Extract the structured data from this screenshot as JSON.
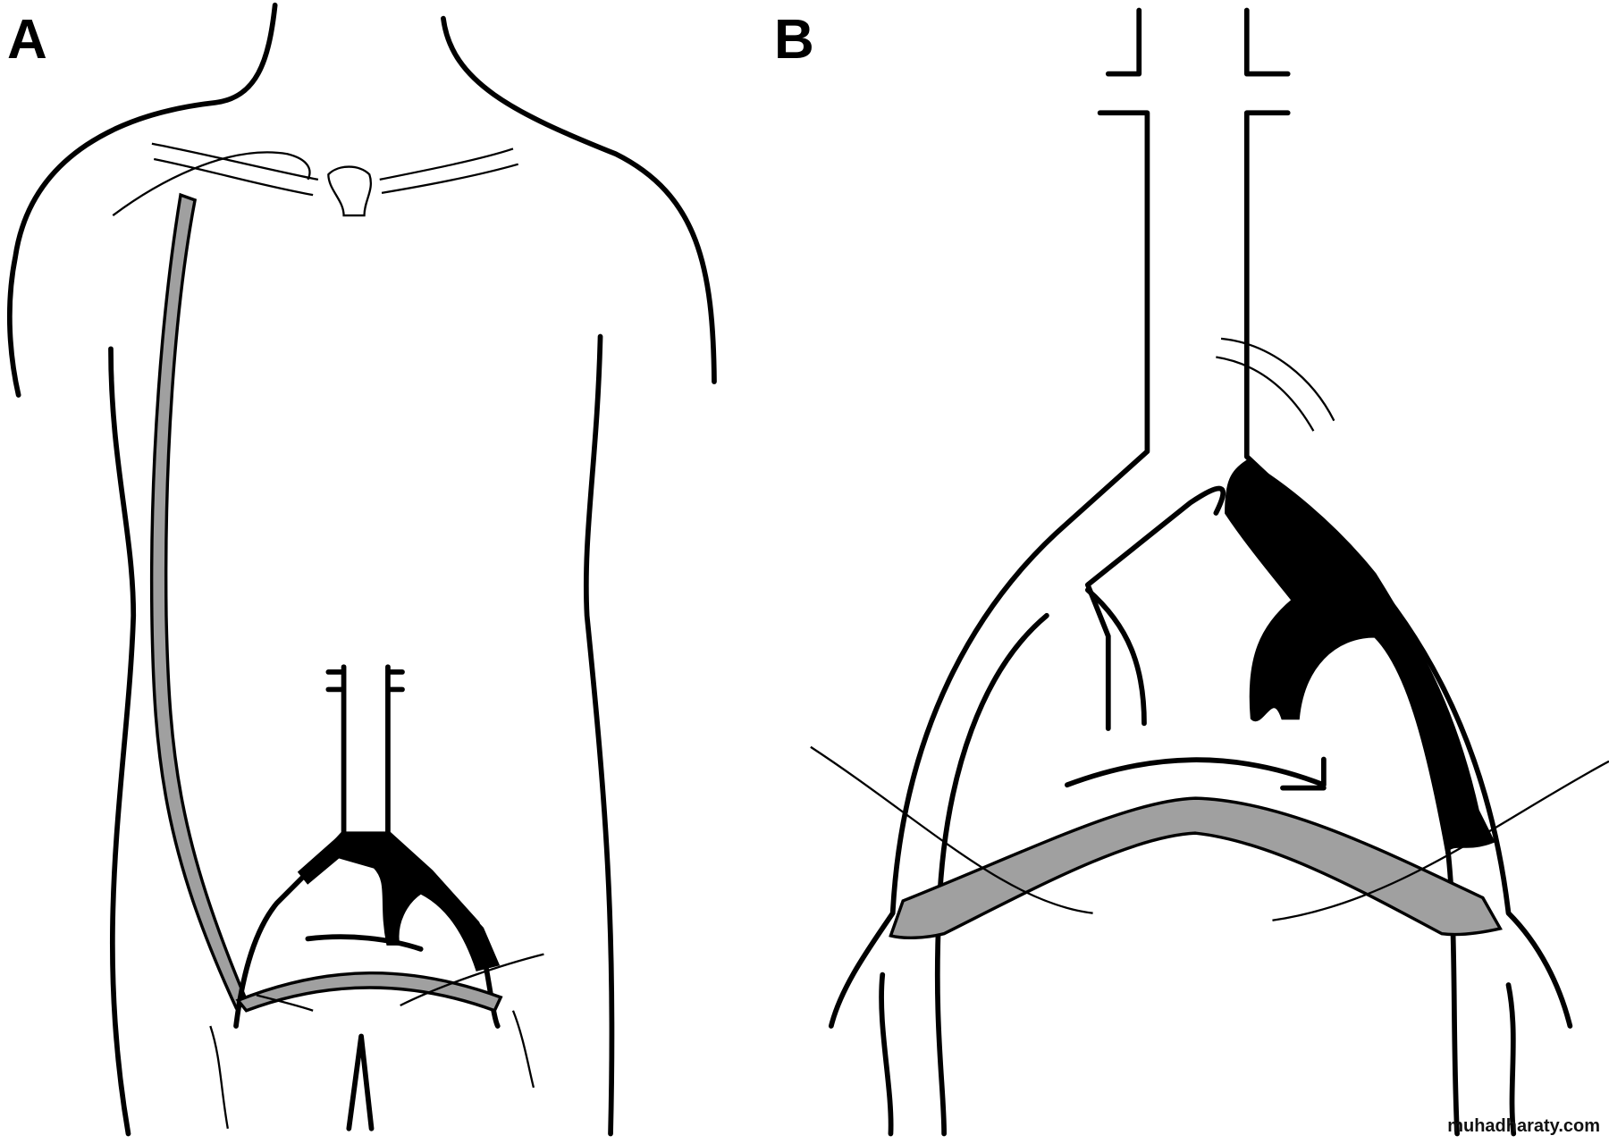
{
  "panels": [
    {
      "label": "A"
    },
    {
      "label": "B"
    }
  ],
  "watermark": "muhadharaty.com",
  "colors": {
    "graft": "#a0a0a0",
    "occluded_vessel": "#000000",
    "outline": "#000000"
  }
}
